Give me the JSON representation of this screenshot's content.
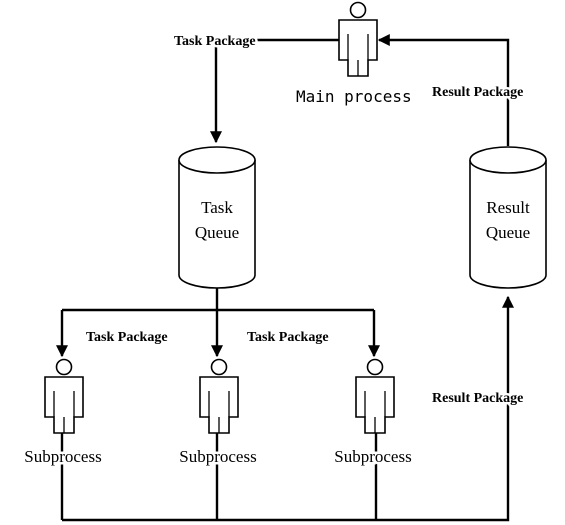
{
  "diagram": {
    "main_process": {
      "label": "Main process"
    },
    "task_queue": {
      "line1": "Task",
      "line2": "Queue"
    },
    "result_queue": {
      "line1": "Result",
      "line2": "Queue"
    },
    "edge_labels": {
      "task_package_top": "Task Package",
      "result_package_top": "Result Package",
      "task_package_left": "Task Package",
      "task_package_right": "Task Package",
      "result_package_bottom": "Result Package"
    },
    "subprocesses": [
      {
        "label": "Subprocess"
      },
      {
        "label": "Subprocess"
      },
      {
        "label": "Subprocess"
      }
    ]
  }
}
